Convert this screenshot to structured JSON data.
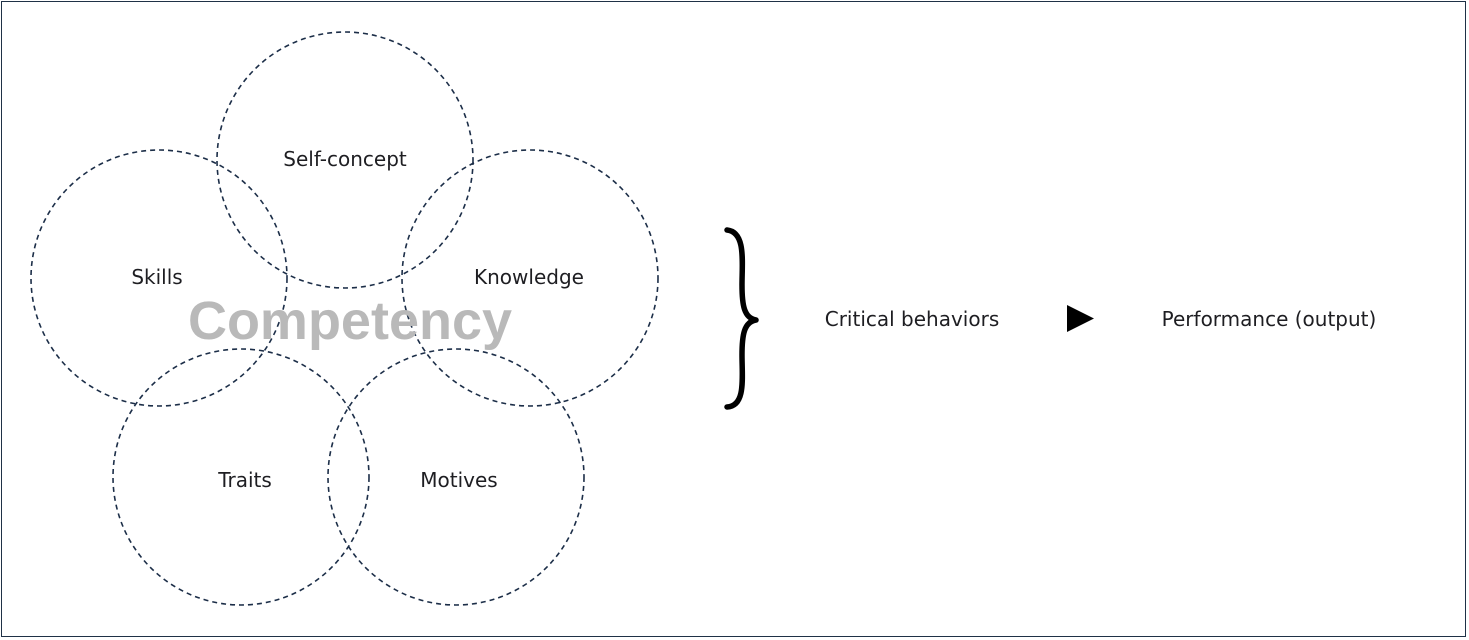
{
  "competency": {
    "center_label": "Competency",
    "components": [
      {
        "id": "self-concept",
        "label": "Self-concept"
      },
      {
        "id": "skills",
        "label": "Skills"
      },
      {
        "id": "knowledge",
        "label": "Knowledge"
      },
      {
        "id": "traits",
        "label": "Traits"
      },
      {
        "id": "motives",
        "label": "Motives"
      }
    ]
  },
  "flow": {
    "critical_behaviors": "Critical behaviors",
    "performance": "Performance (output)"
  },
  "colors": {
    "circle_stroke": "#1c2e48",
    "center_label": "#b9b9b9",
    "frame_border": "#1f3146"
  }
}
